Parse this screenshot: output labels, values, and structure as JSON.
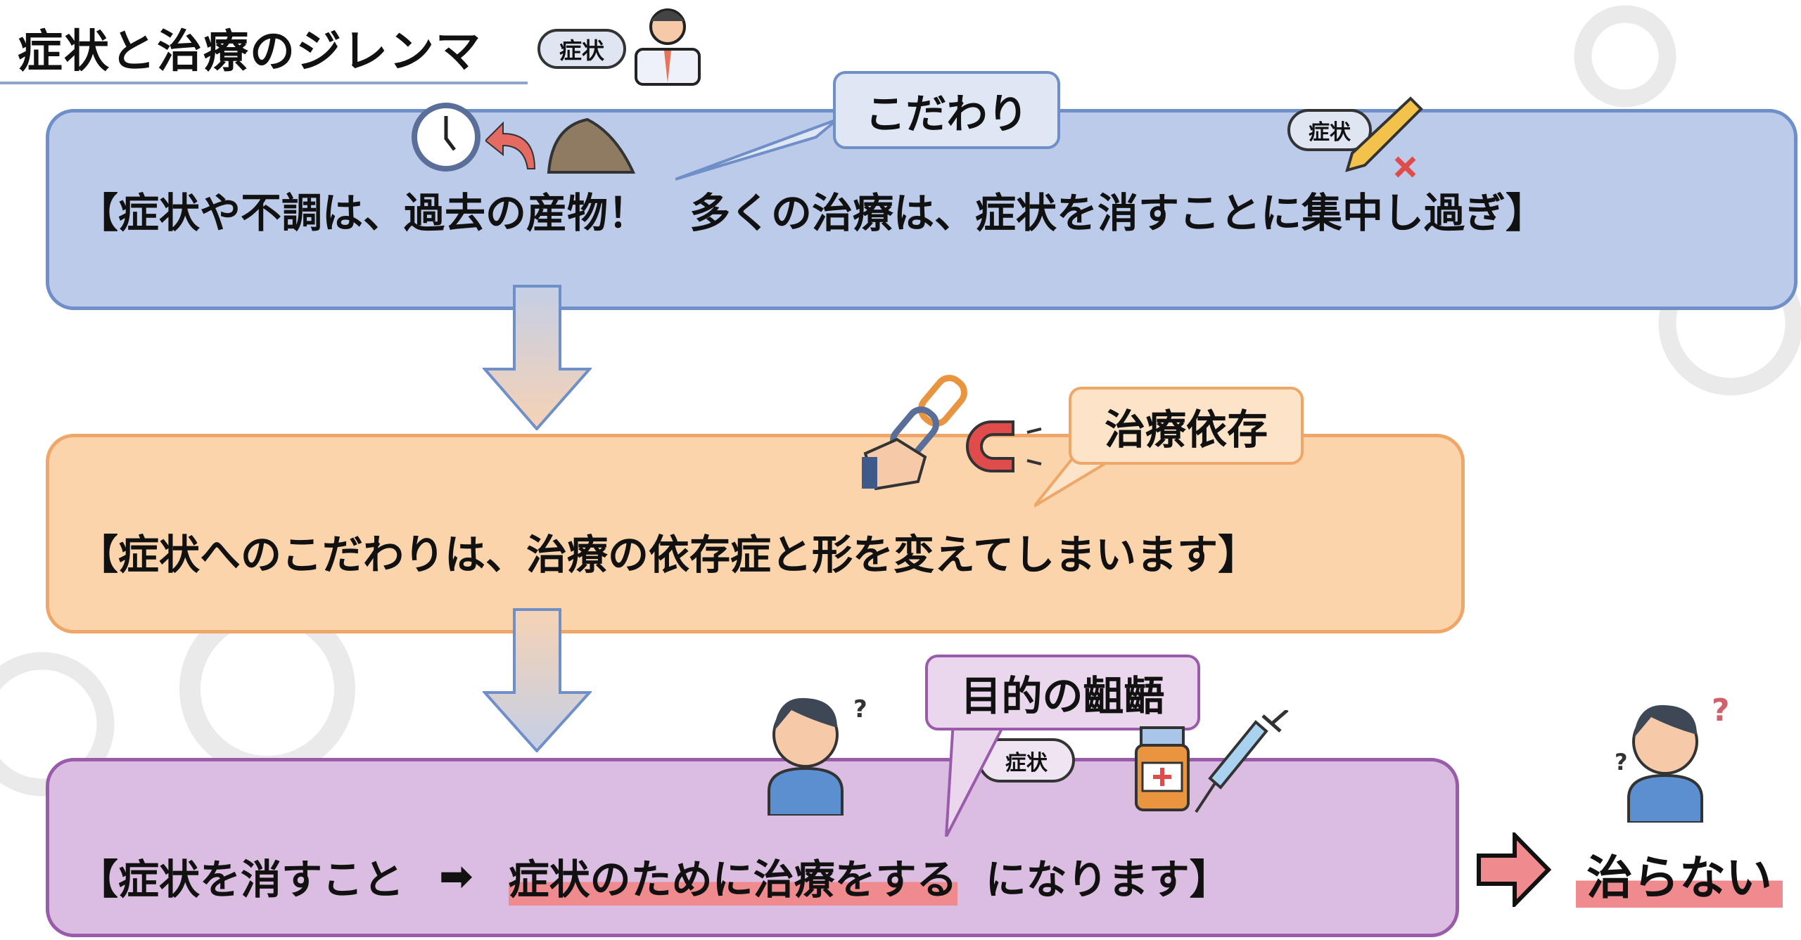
{
  "title": "症状と治療のジレンマ",
  "header_badge": "症状",
  "box1": {
    "text": "【症状や不調は、過去の産物！　多くの治療は、症状を消すことに集中し過ぎ】",
    "callout": "こだわり",
    "badge": "症状"
  },
  "box2": {
    "text": "【症状へのこだわりは、治療の依存症と形を変えてしまいます】",
    "callout": "治療依存"
  },
  "box3": {
    "text_start": "【症状を消すこと",
    "arrow": "➡",
    "text_highlight": "症状のために治療をする",
    "text_end": "になります】",
    "callout": "目的の齟齬",
    "badge": "症状"
  },
  "result": {
    "text": "治らない"
  },
  "colors": {
    "box1": "#bccbe9",
    "box2": "#fcd4ab",
    "box3": "#dabde0",
    "highlight": "#ef8a8e"
  }
}
